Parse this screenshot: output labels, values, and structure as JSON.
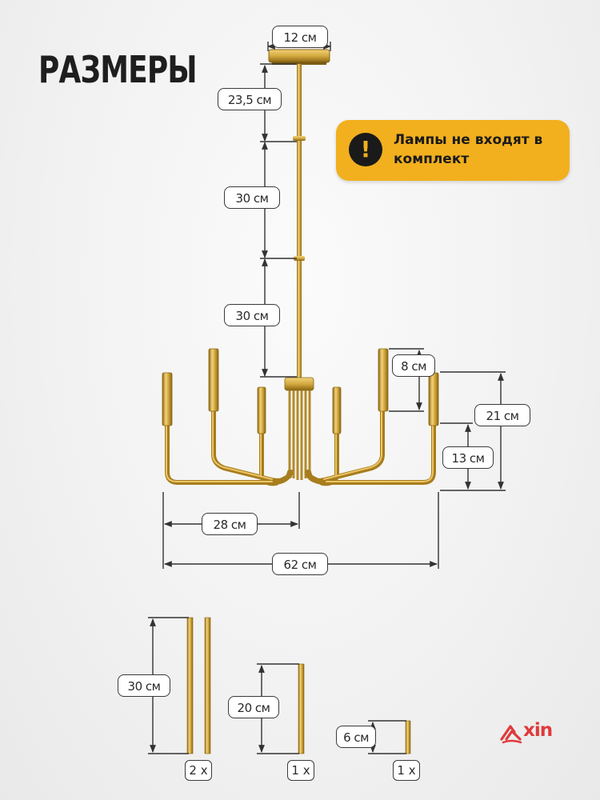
{
  "title": "РАЗМЕРЫ",
  "notice": {
    "icon": "exclamation-icon",
    "glyph": "!",
    "text": "Лампы не входят в комплект"
  },
  "dimensions": {
    "canopy_width": "12 см",
    "stem_top": "23,5 см",
    "rod_1": "30 см",
    "rod_2": "30 см",
    "holder_height": "8 см",
    "total_height": "21 см",
    "arm_height": "13 см",
    "half_width": "28 см",
    "full_width": "62 см"
  },
  "rods": [
    {
      "length": "30 см",
      "quantity": "2 x"
    },
    {
      "length": "20 см",
      "quantity": "1 x"
    },
    {
      "length": "6 см",
      "quantity": "1 x"
    }
  ],
  "logo": {
    "icon": "xin-logo-icon",
    "text": "xin"
  },
  "colors": {
    "gold": "#c9a032",
    "accent": "#f2b01e",
    "brand": "#e0393a"
  }
}
